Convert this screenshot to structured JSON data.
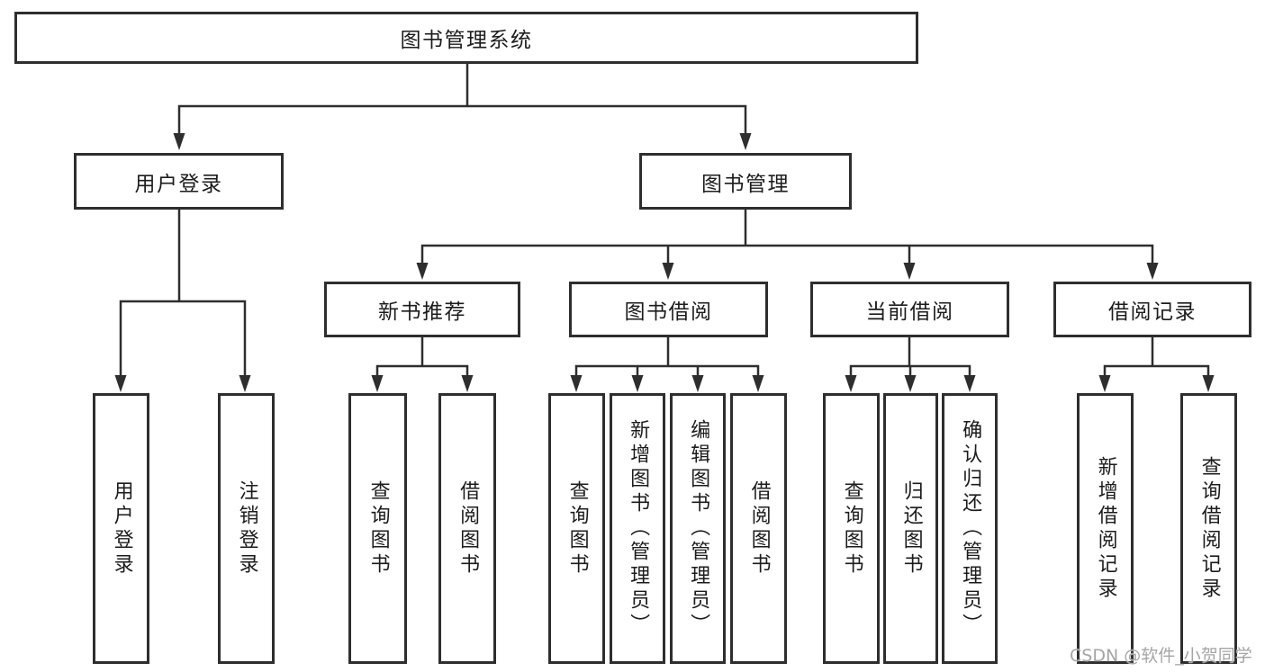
{
  "diagram_title": "图书管理系统",
  "colors": {
    "line": "#2e2e2e",
    "box_border": "#2e2e2e",
    "box_fill": "#ffffff",
    "text": "#1c1c1c",
    "background": "#ffffff",
    "watermark": "#a5a5a5"
  },
  "tree": {
    "label": "图书管理系统",
    "children": [
      {
        "label": "用户登录",
        "children": [
          {
            "label": "用户登录"
          },
          {
            "label": "注销登录"
          }
        ]
      },
      {
        "label": "图书管理",
        "children": [
          {
            "label": "新书推荐",
            "children": [
              {
                "label": "查询图书"
              },
              {
                "label": "借阅图书"
              }
            ]
          },
          {
            "label": "图书借阅",
            "children": [
              {
                "label": "查询图书"
              },
              {
                "label": "新增图书（管理员）"
              },
              {
                "label": "编辑图书（管理员）"
              },
              {
                "label": "借阅图书"
              }
            ]
          },
          {
            "label": "当前借阅",
            "children": [
              {
                "label": "查询图书"
              },
              {
                "label": "归还图书"
              },
              {
                "label": "确认归还（管理员）"
              }
            ]
          },
          {
            "label": "借阅记录",
            "children": [
              {
                "label": "新增借阅记录"
              },
              {
                "label": "查询借阅记录"
              }
            ]
          }
        ]
      }
    ]
  },
  "watermark": {
    "text": "CSDN @软件_小贺同学"
  }
}
